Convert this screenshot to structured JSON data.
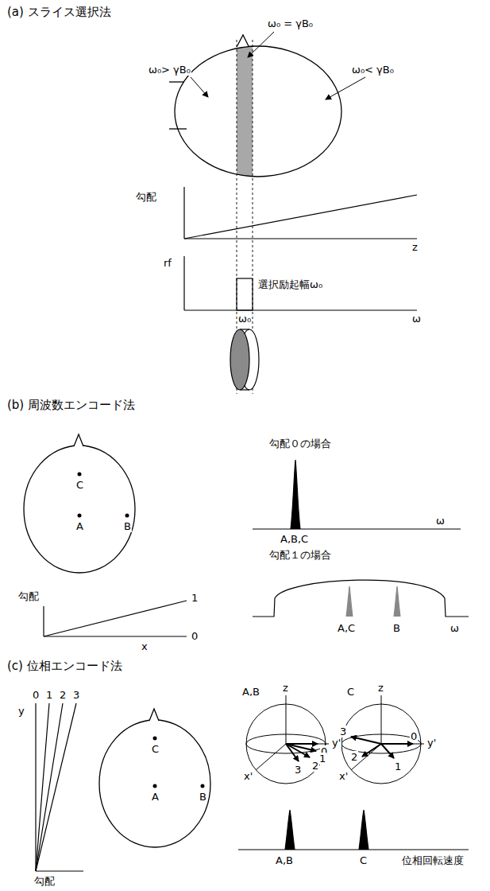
{
  "diagram": {
    "labels": [
      "(a) スライス選択法",
      "ω₀ = γB₀",
      "ω₀> γB₀",
      "ω₀< γB₀",
      "勾配",
      "z",
      "rf",
      "選択励起幅ω₀",
      "ω₀",
      "ω",
      "(b) 周波数エンコード法",
      "C",
      "A",
      "B",
      "勾配",
      "1",
      "0",
      "x",
      "勾配０の場合",
      "A,B,C",
      "ω",
      "勾配１の場合",
      "A,C",
      "B",
      "ω",
      "(c) 位相エンコード法",
      "0",
      "1",
      "2",
      "3",
      "y",
      "勾配",
      "C",
      "A",
      "B",
      "A,B",
      "z",
      "y'",
      "0",
      "1",
      "2",
      "3",
      "x'",
      "C",
      "z",
      "3",
      "0",
      "y'",
      "2",
      "1",
      "x'",
      "A,B",
      "C",
      "位相回転速度"
    ]
  }
}
